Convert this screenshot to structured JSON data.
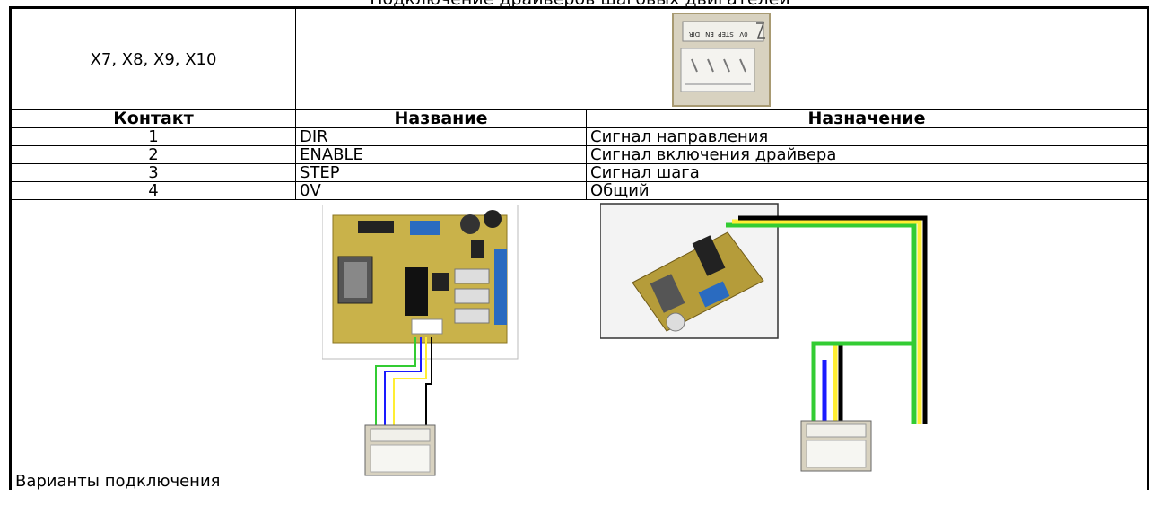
{
  "header_partial": "Подключение драйверов шаговых двигателей",
  "connector": {
    "label": "X7, X8, X9, X10",
    "pin_labels": [
      "DIR",
      "EN",
      "STEP",
      "0V"
    ]
  },
  "table": {
    "headers": {
      "contact": "Контакт",
      "name": "Название",
      "purpose": "Назначение"
    },
    "rows": [
      {
        "contact": "1",
        "name": "DIR",
        "purpose": "Сигнал направления"
      },
      {
        "contact": "2",
        "name": "ENABLE",
        "purpose": "Сигнал включения драйвера"
      },
      {
        "contact": "3",
        "name": "STEP",
        "purpose": "Сигнал шага"
      },
      {
        "contact": "4",
        "name": "0V",
        "purpose": "Общий"
      }
    ]
  },
  "variants_label": "Варианты подключения",
  "wire_colors": {
    "dir": "#33cc33",
    "enable": "#1a1aff",
    "step": "#ffee33",
    "gnd": "#000000"
  }
}
